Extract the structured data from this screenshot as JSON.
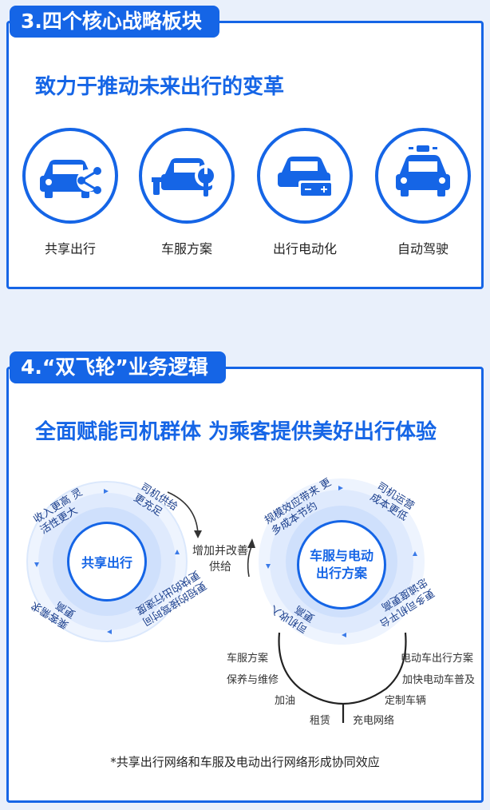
{
  "section1": {
    "tab": "3.四个核心战略板块",
    "headline": "致力于推动未来出行的变革",
    "features": [
      {
        "label": "共享出行",
        "icon": "car-share-icon"
      },
      {
        "label": "车服方案",
        "icon": "car-service-icon"
      },
      {
        "label": "出行电动化",
        "icon": "car-battery-icon"
      },
      {
        "label": "自动驾驶",
        "icon": "autonomous-car-icon"
      }
    ]
  },
  "section2": {
    "tab": "4.“双飞轮”业务逻辑",
    "headline": "全面赋能司机群体 为乘客提供美好出行体验",
    "left_wheel": {
      "center": "共享出行",
      "ring": [
        "收入更高 灵活性更大",
        "司机供给 更充足",
        "更短的接驾时间 更快的出行速度",
        "乘客需求 更高"
      ]
    },
    "middle": "增加并改善 供给",
    "right_wheel": {
      "center": "车服与电动 出行方案",
      "ring": [
        "规模效应带来 更多成本节约",
        "司机运营 成本更低",
        "更多司机平台 忠诚度更高",
        "司机收入 更高"
      ]
    },
    "services_left": [
      "车服方案",
      "保养与维修",
      "加油",
      "租赁"
    ],
    "services_right": [
      "电动车出行方案",
      "加快电动车普及",
      "定制车辆",
      "充电网络"
    ],
    "footnote": "*共享出行网络和车服及电动出行网络形成协同效应"
  },
  "colors": {
    "accent": "#1565e6",
    "ring": "#dbe8fc"
  }
}
